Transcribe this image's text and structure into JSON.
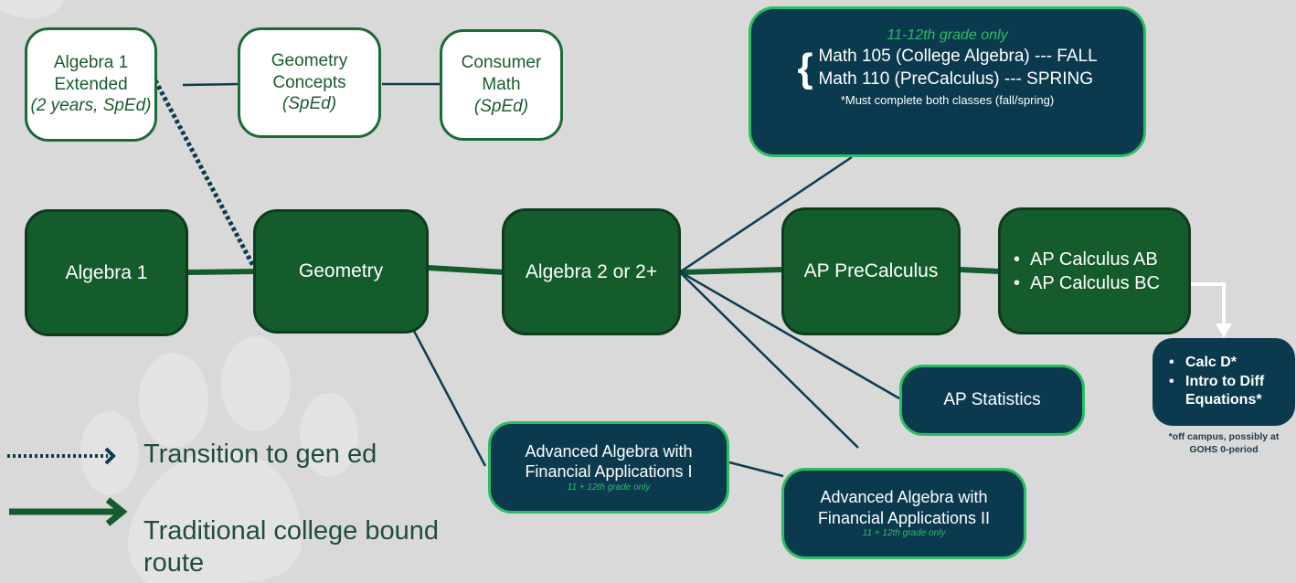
{
  "nodes": {
    "algebra1_extended": {
      "title_line1": "Algebra 1",
      "title_line2": "Extended",
      "note": "(2 years, SpEd)"
    },
    "geometry_concepts": {
      "title_line1": "Geometry",
      "title_line2": "Concepts",
      "note": "(SpEd)"
    },
    "consumer_math": {
      "title_line1": "Consumer",
      "title_line2": "Math",
      "note": "(SpEd)"
    },
    "college_courses": {
      "heading": "11-12th grade only",
      "course1": "Math 105 (College Algebra) --- FALL",
      "course2": "Math 110 (PreCalculus) --- SPRING",
      "note": "*Must complete both classes (fall/spring)"
    },
    "algebra1": {
      "label": "Algebra 1"
    },
    "geometry": {
      "label": "Geometry"
    },
    "algebra2": {
      "label": "Algebra 2 or 2+"
    },
    "ap_precalculus": {
      "label": "AP PreCalculus"
    },
    "ap_calculus": {
      "item1": "AP Calculus AB",
      "item2": "AP Calculus BC"
    },
    "calc_d": {
      "item1": "Calc D*",
      "item2": "Intro to Diff Equations*"
    },
    "calc_d_note": {
      "line1": "*off campus, possibly at",
      "line2": "GOHS 0-period"
    },
    "ap_statistics": {
      "label": "AP Statistics"
    },
    "adv_algebra_1": {
      "line1": "Advanced Algebra with",
      "line2": "Financial Applications I",
      "note": "11 + 12th grade only"
    },
    "adv_algebra_2": {
      "line1": "Advanced Algebra with",
      "line2": "Financial Applications II",
      "note": "11 + 12th grade only"
    }
  },
  "legend": {
    "dotted_label": "Transition to gen ed",
    "solid_label_line1": "Traditional college bound",
    "solid_label_line2": "route"
  },
  "colors": {
    "background": "#d9d9d9",
    "main_green": "#155c2c",
    "navy": "#0b3a4e",
    "accent_green": "#2bbd63",
    "connector_navy": "#0d3b50"
  }
}
